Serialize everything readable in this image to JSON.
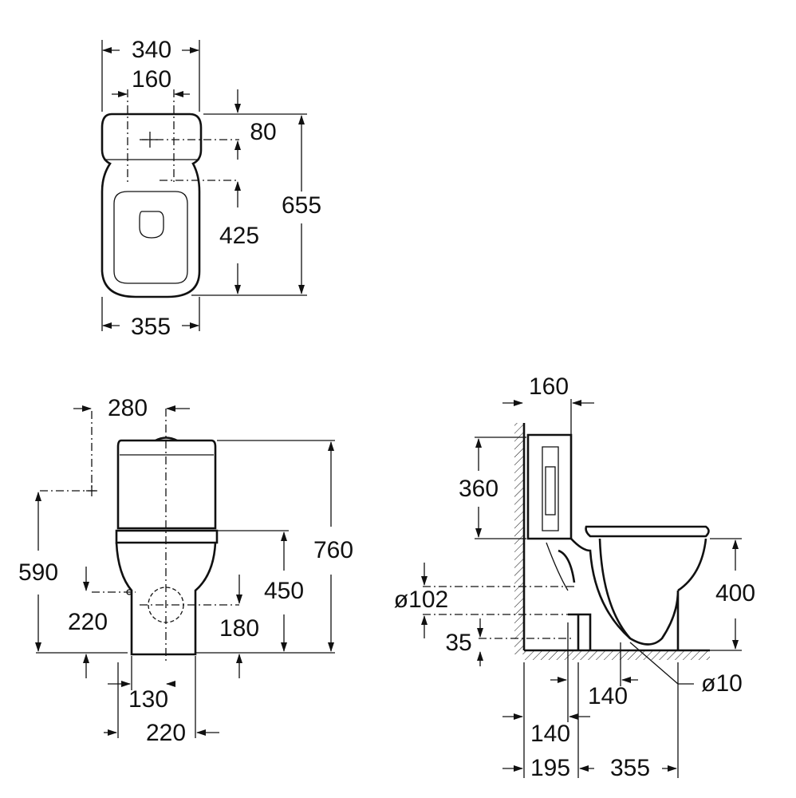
{
  "top_view": {
    "overall_width": "340",
    "fixing_spacing": "160",
    "fixing_offset": "80",
    "fixing_to_front": "425",
    "overall_length": "655",
    "bowl_width": "355"
  },
  "front_view": {
    "water_inlet_offset": "280",
    "water_inlet_height": "590",
    "overall_height": "760",
    "bowl_height": "450",
    "outlet_height": "220",
    "outlet_center": "180",
    "base_width": "130",
    "foot_width": "220"
  },
  "side_view": {
    "tank_depth": "160",
    "tank_height": "360",
    "seat_height": "400",
    "outlet_diameter": "ø102",
    "outlet_floor": "35",
    "fixing_diameter": "ø10",
    "fixing_from_outlet": "140",
    "outlet_from_wall": "140",
    "wall_to_foot": "195",
    "foot_length": "355"
  }
}
